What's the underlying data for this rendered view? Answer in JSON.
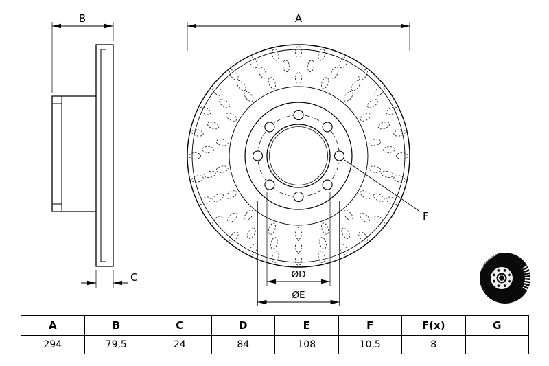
{
  "drawing": {
    "labels": {
      "a": "A",
      "b": "B",
      "c": "C",
      "f": "F",
      "dia_d": "ØD",
      "dia_e": "ØE"
    }
  },
  "table": {
    "headers": [
      "A",
      "B",
      "C",
      "D",
      "E",
      "F",
      "F(x)",
      "G"
    ],
    "values": [
      "294",
      "79,5",
      "24",
      "84",
      "108",
      "10,5",
      "8",
      ""
    ]
  }
}
